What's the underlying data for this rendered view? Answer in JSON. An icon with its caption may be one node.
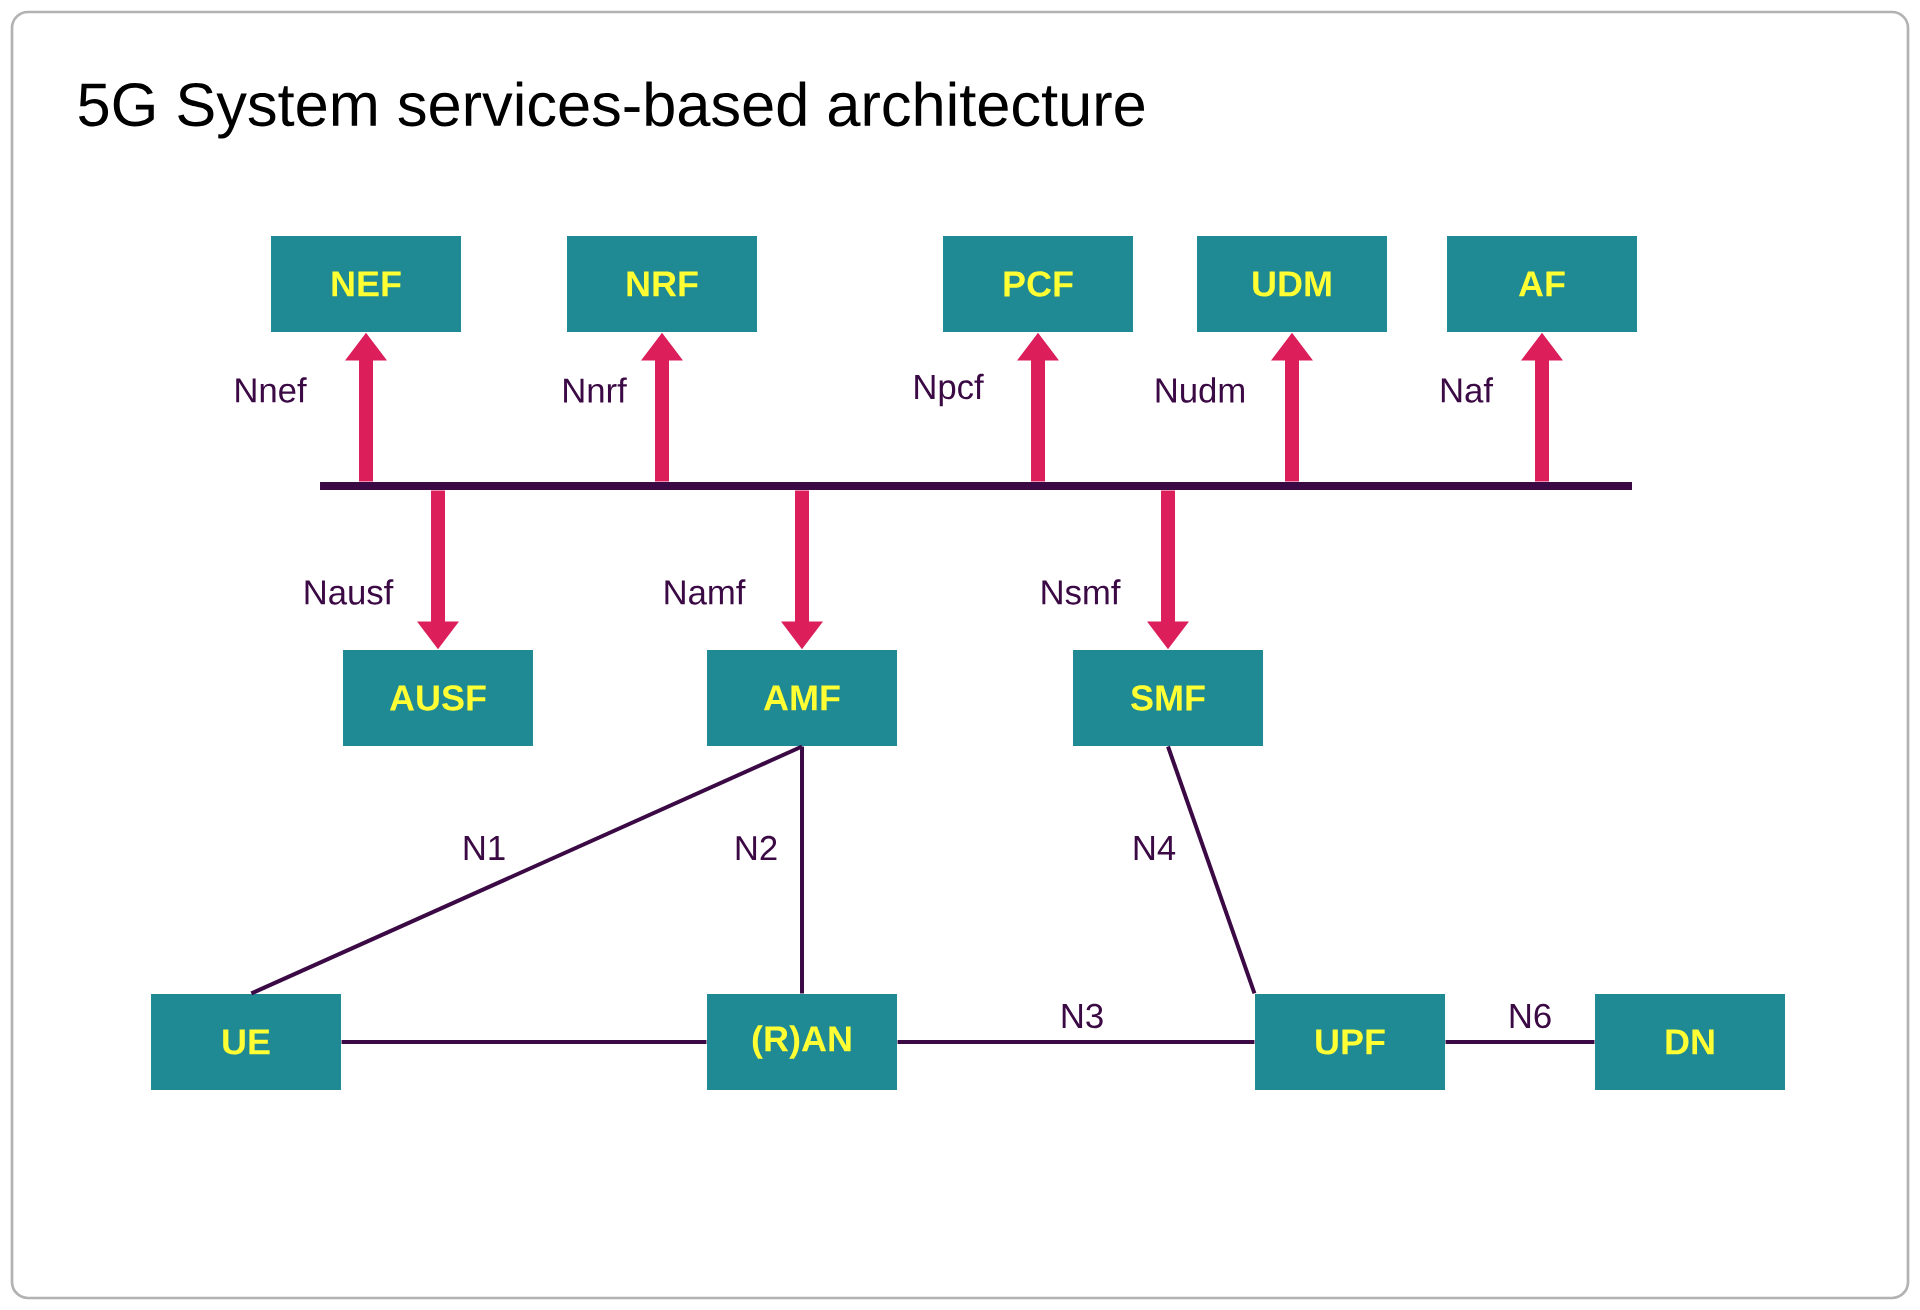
{
  "diagram": {
    "title": "5G System services-based architecture",
    "nodes": [
      {
        "text": [
          "NEF"
        ]
      },
      {
        "text": [
          "NRF"
        ]
      },
      {
        "text": [
          "PCF"
        ]
      },
      {
        "text": [
          "UDM"
        ]
      },
      {
        "text": [
          "AF"
        ]
      },
      {
        "text": [],
        "shape": "bar"
      },
      {
        "text": [
          "AUSF"
        ]
      },
      {
        "text": [
          "AMF"
        ]
      },
      {
        "text": [
          "SMF"
        ]
      },
      {
        "text": [
          "UE"
        ]
      },
      {
        "text": [
          "(R)AN"
        ]
      },
      {
        "text": [
          "UPF"
        ]
      },
      {
        "text": [
          "DN"
        ]
      }
    ],
    "edges": [
      {
        "from": 5,
        "to": 0,
        "arrow": "to",
        "label": "Nnef"
      },
      {
        "from": 5,
        "to": 1,
        "arrow": "to",
        "label": "Nnrf"
      },
      {
        "from": 5,
        "to": 2,
        "arrow": "to",
        "label": "Npcf"
      },
      {
        "from": 5,
        "to": 3,
        "arrow": "to",
        "label": "Nudm"
      },
      {
        "from": 5,
        "to": 4,
        "arrow": "to",
        "label": "Naf"
      },
      {
        "from": 5,
        "to": 6,
        "arrow": "to",
        "label": "Nausf"
      },
      {
        "from": 5,
        "to": 7,
        "arrow": "to",
        "label": "Namf"
      },
      {
        "from": 5,
        "to": 8,
        "arrow": "to",
        "label": "Nsmf"
      },
      {
        "from": 7,
        "to": 9,
        "arrow": "none",
        "label": "N1",
        "color": "#3b0a45"
      },
      {
        "from": 7,
        "to": 10,
        "arrow": "none",
        "label": "N2",
        "color": "#3b0a45"
      },
      {
        "from": 8,
        "to": 11,
        "arrow": "none",
        "label": "N4",
        "color": "#3b0a45"
      },
      {
        "from": 9,
        "to": 10,
        "arrow": "none",
        "color": "#3b0a45"
      },
      {
        "from": 10,
        "to": 11,
        "arrow": "none",
        "label": "N3",
        "color": "#3b0a45"
      },
      {
        "from": 11,
        "to": 12,
        "arrow": "none",
        "label": "N6",
        "color": "#3b0a45"
      }
    ]
  }
}
